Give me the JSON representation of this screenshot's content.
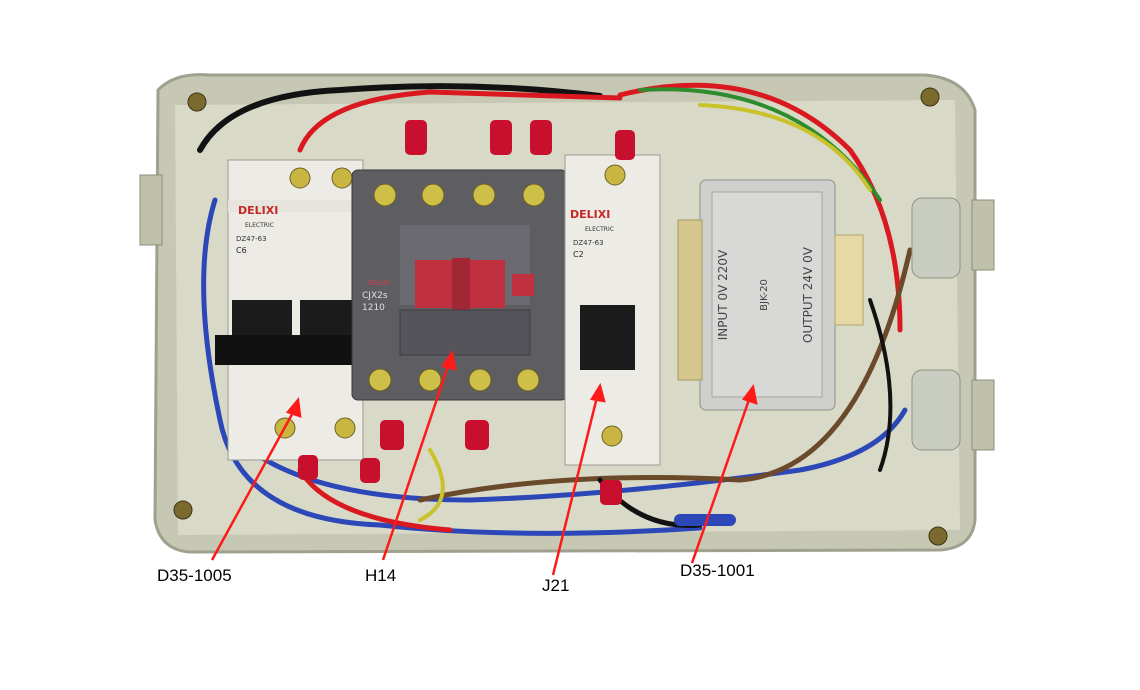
{
  "breaker_left": {
    "brand": "DELIXI",
    "sub": "ELECTRIC",
    "model": "DZ47-63",
    "rating": "C6"
  },
  "contactor": {
    "brand": "DELIXI",
    "model": "CJX2s",
    "rating": "1210"
  },
  "breaker_right": {
    "brand": "DELIXI",
    "sub": "ELECTRIC",
    "model": "DZ47-63",
    "rating": "C2"
  },
  "transformer": {
    "input": "INPUT 0V 220V",
    "model": "BJK-20",
    "output": "OUTPUT 24V 0V"
  },
  "callouts": [
    {
      "id": "d35-1005",
      "label": "D35-1005"
    },
    {
      "id": "h14",
      "label": "H14"
    },
    {
      "id": "j21",
      "label": "J21"
    },
    {
      "id": "d35-1001",
      "label": "D35-1001"
    }
  ],
  "colors": {
    "arrow": "#ff1a1a",
    "enclosure": "#c9cbb6",
    "breaker_body": "#ecebe5",
    "contactor_body": "#5e5d62",
    "contactor_button": "#c0303f",
    "transformer": "#cfd0cd",
    "wire_red": "#d9191f",
    "wire_blue": "#2b47b8",
    "wire_black": "#121212",
    "wire_brown": "#6b4a2c"
  }
}
